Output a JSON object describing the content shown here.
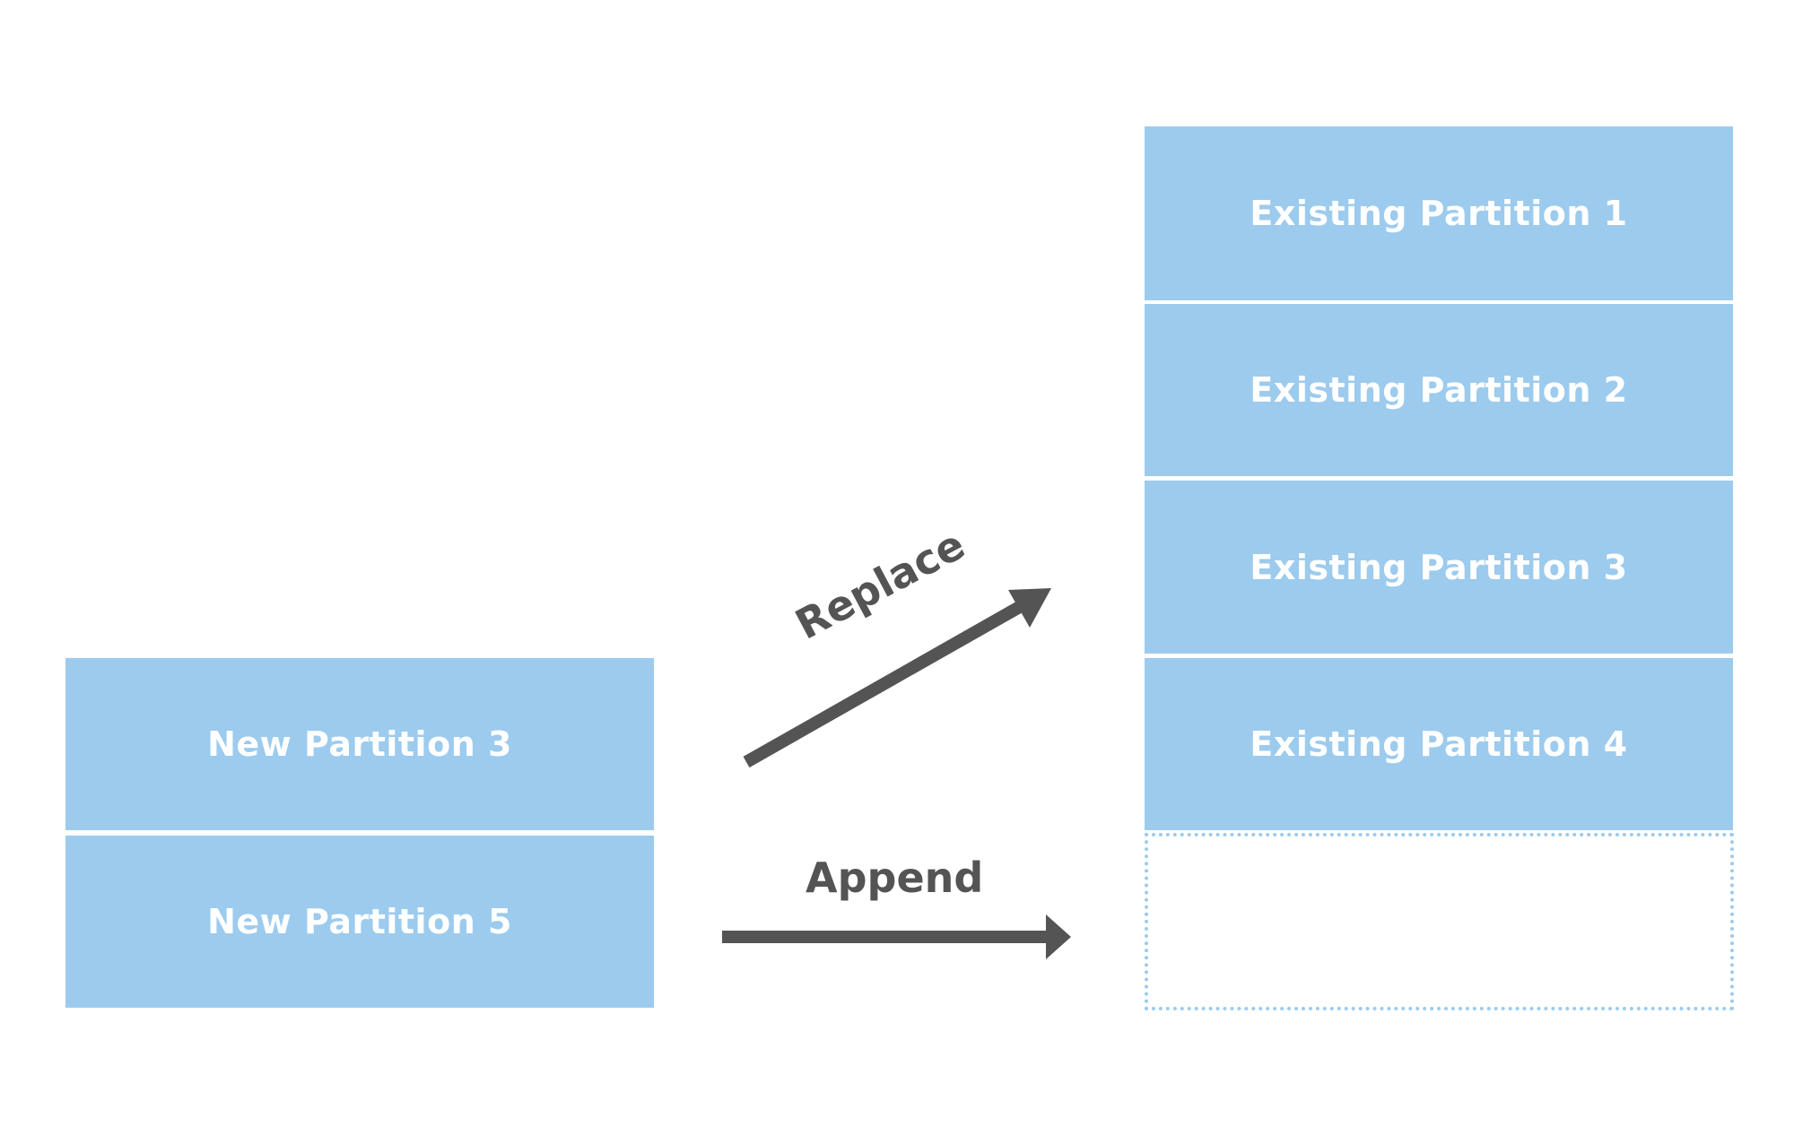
{
  "new_partitions": [
    {
      "label": "New Partition 3"
    },
    {
      "label": "New Partition 5"
    }
  ],
  "existing_partitions": [
    {
      "label": "Existing Partition 1"
    },
    {
      "label": "Existing Partition 2"
    },
    {
      "label": "Existing Partition 3"
    },
    {
      "label": "Existing Partition 4"
    }
  ],
  "arrows": {
    "replace_label": "Replace",
    "append_label": "Append"
  },
  "colors": {
    "partition_fill": "#9ccbee",
    "partition_text": "#ffffff",
    "arrow": "#545454"
  }
}
